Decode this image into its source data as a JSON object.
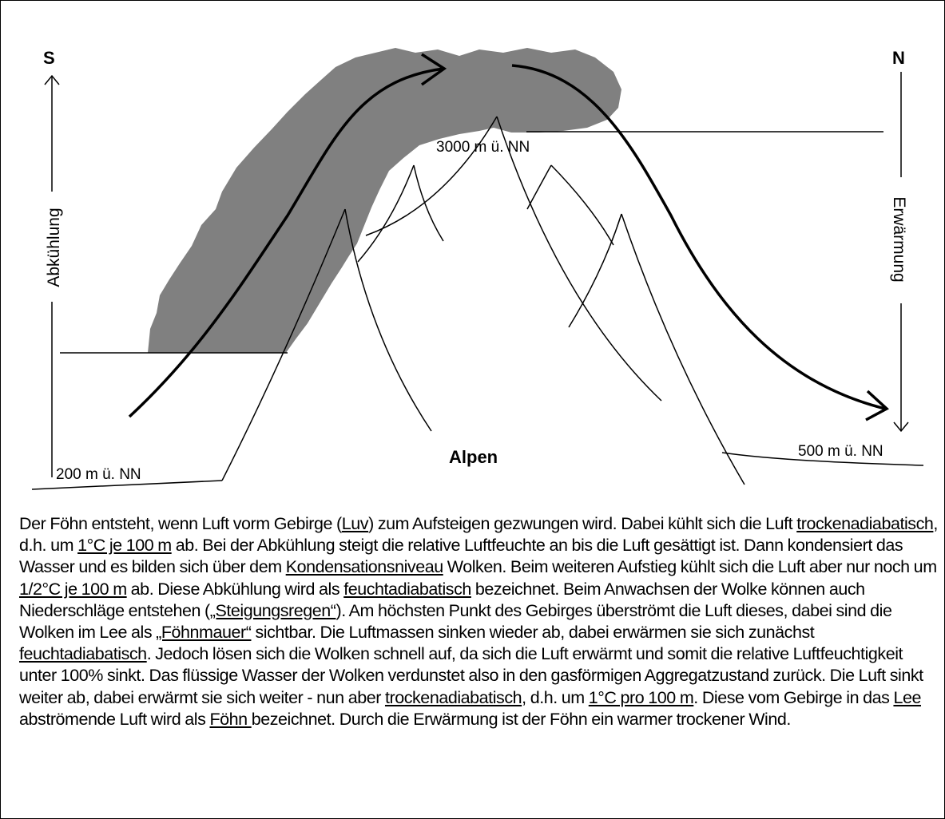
{
  "diagram": {
    "labels": {
      "south": "S",
      "north": "N",
      "cooling": "Abkühlung",
      "warming": "Erwärmung",
      "alps": "Alpen",
      "height_low": "200 m ü. NN",
      "height_peak": "3000 m ü. NN",
      "height_lee": "500 m ü. NN"
    },
    "colors": {
      "cloud": "#808080",
      "line": "#000000",
      "background": "#ffffff"
    }
  },
  "description": {
    "segments": [
      {
        "text": "Der Föhn entsteht, wenn Luft vorm Gebirge (",
        "u": false
      },
      {
        "text": "Luv",
        "u": true
      },
      {
        "text": ") zum Aufsteigen gezwungen wird. Dabei kühlt sich die Luft ",
        "u": false
      },
      {
        "text": "trockenadiabatisch",
        "u": true
      },
      {
        "text": ", d.h. um ",
        "u": false
      },
      {
        "text": "1°C je 100 m",
        "u": true
      },
      {
        "text": " ab. Bei der Abkühlung steigt die relative Luftfeuchte an bis die Luft gesättigt ist. Dann kondensiert das Wasser und es bilden sich über dem ",
        "u": false
      },
      {
        "text": "Kondensationsniveau",
        "u": true
      },
      {
        "text": " Wolken. Beim weiteren Aufstieg kühlt sich die Luft aber nur noch um ",
        "u": false
      },
      {
        "text": "1/2°C je 100 m",
        "u": true
      },
      {
        "text": " ab. Diese Abkühlung wird als ",
        "u": false
      },
      {
        "text": "feuchtadiabatisch",
        "u": true
      },
      {
        "text": " bezeichnet. Beim Anwachsen der Wolke können auch Niederschläge entstehen (",
        "u": false
      },
      {
        "text": "„Steigungsregen“",
        "u": true
      },
      {
        "text": "). Am höchsten Punkt des Gebirges überströmt die Luft dieses, dabei sind die Wolken im Lee als ",
        "u": false
      },
      {
        "text": "„Föhnmauer“",
        "u": true
      },
      {
        "text": " sichtbar. Die Luftmassen sinken wieder ab, dabei erwärmen sie sich zunächst ",
        "u": false
      },
      {
        "text": "feuchtadiabatisch",
        "u": true
      },
      {
        "text": ". Jedoch lösen sich die Wolken schnell auf, da sich die Luft erwärmt und somit die relative Luftfeuchtigkeit unter 100% sinkt. Das flüssige Wasser der Wolken verdunstet also in den gasförmigen Aggregatzustand zurück. Die Luft sinkt weiter ab, dabei erwärmt sie sich weiter - nun aber ",
        "u": false
      },
      {
        "text": "trockenadiabatisch",
        "u": true
      },
      {
        "text": ", d.h. um ",
        "u": false
      },
      {
        "text": "1°C pro 100 m",
        "u": true
      },
      {
        "text": ". Diese vom Gebirge in das ",
        "u": false
      },
      {
        "text": "Lee",
        "u": true
      },
      {
        "text": " abströmende Luft wird als ",
        "u": false
      },
      {
        "text": "Föhn ",
        "u": true
      },
      {
        "text": "bezeichnet. Durch die Erwärmung ist der Föhn ein warmer trockener Wind.",
        "u": false
      }
    ]
  }
}
